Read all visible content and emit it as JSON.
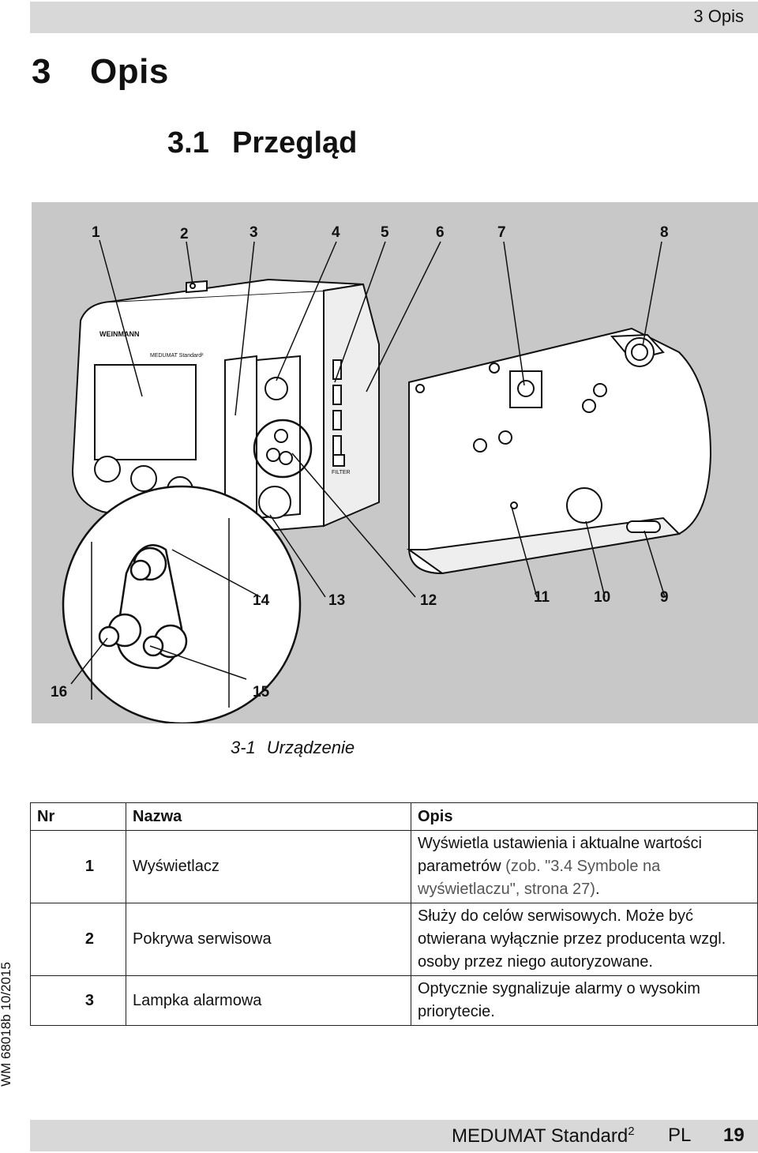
{
  "header": {
    "running_title": "3 Opis"
  },
  "chapter": {
    "number": "3",
    "title": "Opis"
  },
  "section": {
    "number": "3.1",
    "title": "Przegląd"
  },
  "figure": {
    "callouts_top": [
      "1",
      "2",
      "3",
      "4",
      "5",
      "6",
      "7",
      "8"
    ],
    "callouts_bottom": [
      "14",
      "13",
      "12",
      "11",
      "10",
      "9"
    ],
    "callouts_zoom": [
      "16",
      "15"
    ],
    "device_logo": "WEINMANN",
    "device_model": "MEDUMAT Standard²",
    "filter_label": "FILTER",
    "caption_number": "3-1",
    "caption_text": "Urządzenie"
  },
  "side_note": "WM 68018b 10/2015",
  "table": {
    "headers": {
      "nr": "Nr",
      "name": "Nazwa",
      "desc": "Opis"
    },
    "rows": [
      {
        "nr": "1",
        "name": "Wyświetlacz",
        "desc_pre": "Wyświetla ustawienia i aktualne wartości parametrów ",
        "desc_ref": "(zob. \"3.4 Symbole na wyświetlaczu\", strona 27)",
        "desc_post": "."
      },
      {
        "nr": "2",
        "name": "Pokrywa serwisowa",
        "desc_pre": "Służy do celów serwisowych. Może być otwierana wyłącznie przez producenta wzgl. osoby przez niego autoryzowane.",
        "desc_ref": "",
        "desc_post": ""
      },
      {
        "nr": "3",
        "name": "Lampka alarmowa",
        "desc_pre": "Optycznie sygnalizuje alarmy o wysokim priorytecie.",
        "desc_ref": "",
        "desc_post": ""
      }
    ]
  },
  "footer": {
    "product": "MEDUMAT Standard",
    "superscript": "2",
    "language": "PL",
    "page": "19"
  }
}
